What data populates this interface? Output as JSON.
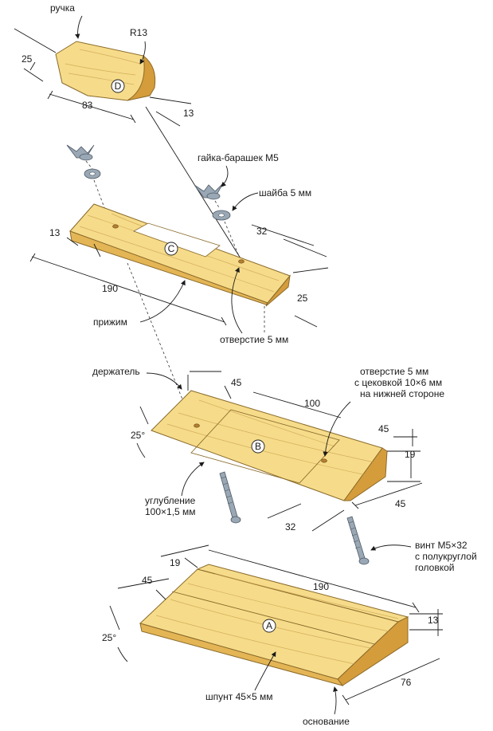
{
  "parts": {
    "d": {
      "letter": "D",
      "name": "ручка",
      "radius": "R13",
      "dim_height": "25",
      "dim_length": "83",
      "dim_width": "13"
    },
    "c": {
      "letter": "C",
      "name": "прижим",
      "dim_thickness": "13",
      "dim_length": "190",
      "dim_width": "32",
      "dim_height": "25",
      "hole": "отверстие 5 мм",
      "wingnut": "гайка-барашек М5",
      "washer": "шайба 5 мм"
    },
    "b": {
      "letter": "B",
      "holder": "держатель",
      "dim_45_top": "45",
      "dim_100": "100",
      "dim_45_right": "45",
      "dim_19": "19",
      "dim_45_bottom": "45",
      "dim_32": "32",
      "angle": "25°",
      "hole_line1": "отверстие 5 мм",
      "hole_line2": "с цековкой 10×6 мм",
      "hole_line3": "на нижней стороне",
      "recess_line1": "углубление",
      "recess_line2": "100×1,5 мм",
      "screw_line1": "винт М5×32",
      "screw_line2": "с полукруглой",
      "screw_line3": "головкой"
    },
    "a": {
      "letter": "A",
      "name": "основание",
      "dim_19": "19",
      "dim_45": "45",
      "dim_190": "190",
      "dim_13": "13",
      "dim_76": "76",
      "angle": "25°",
      "groove": "шпунт 45×5 мм"
    }
  },
  "colors": {
    "wood_top": "#f6dc8a",
    "wood_side": "#e4b555",
    "wood_end": "#d59c3b",
    "metal": "#9aa7b4"
  }
}
